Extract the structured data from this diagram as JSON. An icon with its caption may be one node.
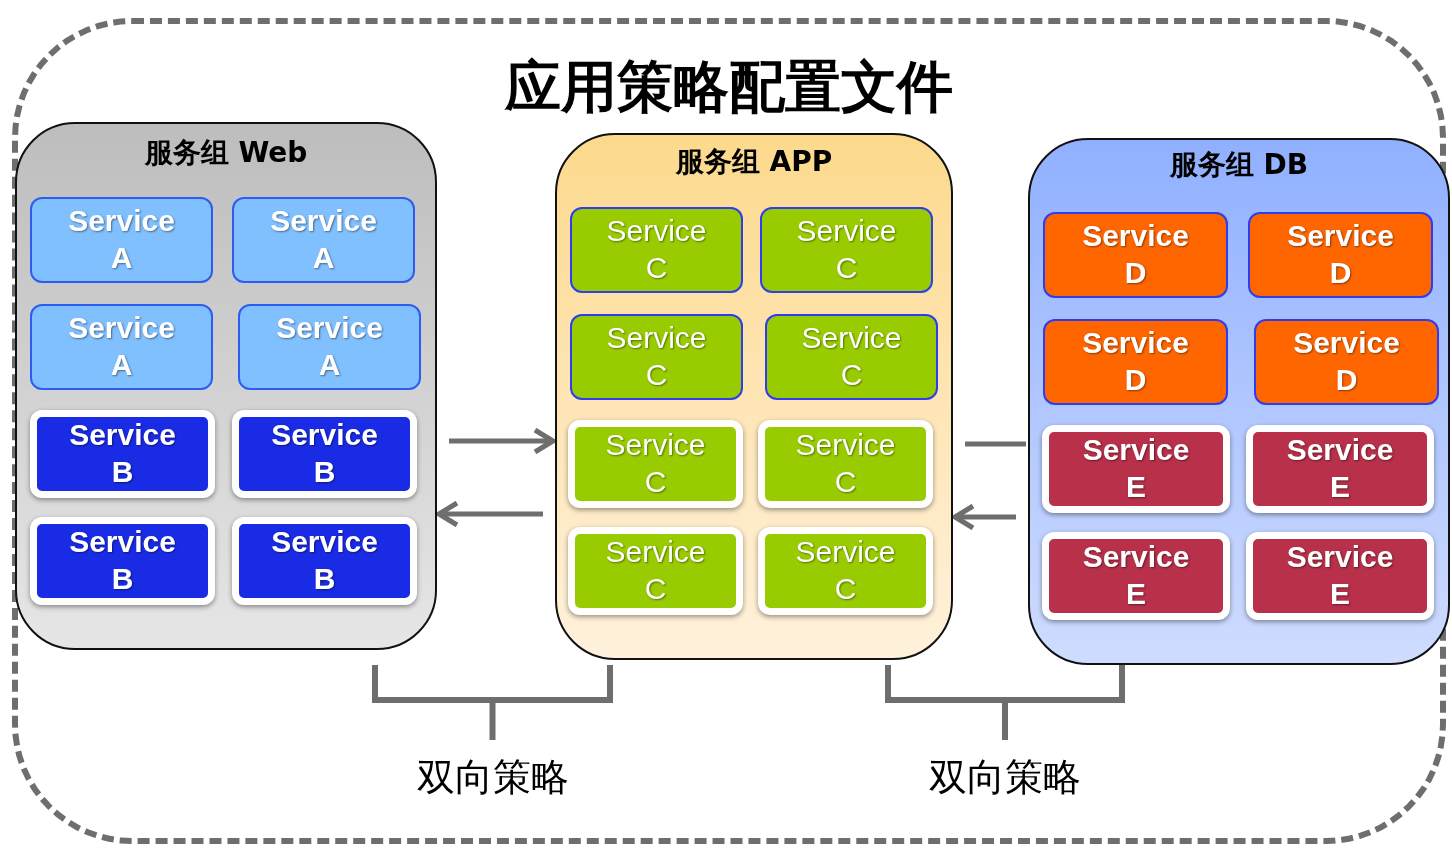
{
  "diagram": {
    "title": "应用策略配置文件",
    "nodes": [
      {
        "text": [],
        "shape": "box"
      },
      {
        "text": [
          "服务组 Web"
        ],
        "in": 0
      },
      {
        "text": [
          "Service A"
        ],
        "in": 1
      },
      {
        "text": [
          "Service A"
        ],
        "in": 1
      },
      {
        "text": [
          "Service A"
        ],
        "in": 1
      },
      {
        "text": [
          "Service A"
        ],
        "in": 1
      },
      {
        "text": [
          "Service B"
        ],
        "in": 1
      },
      {
        "text": [
          "Service B"
        ],
        "in": 1
      },
      {
        "text": [
          "Service B"
        ],
        "in": 1
      },
      {
        "text": [
          "Service B"
        ],
        "in": 1
      },
      {
        "text": [
          "服务组 APP"
        ],
        "in": 0
      },
      {
        "text": [
          "Service C"
        ],
        "in": 10
      },
      {
        "text": [
          "Service C"
        ],
        "in": 10
      },
      {
        "text": [
          "Service C"
        ],
        "in": 10
      },
      {
        "text": [
          "Service C"
        ],
        "in": 10
      },
      {
        "text": [
          "Service C"
        ],
        "in": 10
      },
      {
        "text": [
          "Service C"
        ],
        "in": 10
      },
      {
        "text": [
          "Service C"
        ],
        "in": 10
      },
      {
        "text": [
          "Service C"
        ],
        "in": 10
      },
      {
        "text": [
          "服务组 DB"
        ],
        "in": 0
      },
      {
        "text": [
          "Service D"
        ],
        "in": 19
      },
      {
        "text": [
          "Service D"
        ],
        "in": 19
      },
      {
        "text": [
          "Service D"
        ],
        "in": 19
      },
      {
        "text": [
          "Service D"
        ],
        "in": 19
      },
      {
        "text": [
          "Service E"
        ],
        "in": 19
      },
      {
        "text": [
          "Service E"
        ],
        "in": 19
      },
      {
        "text": [
          "Service E"
        ],
        "in": 19
      },
      {
        "text": [
          "Service E"
        ],
        "in": 19
      }
    ],
    "edges": [
      {
        "from": 1,
        "to": 10,
        "arrow": "to"
      },
      {
        "from": 10,
        "to": 1,
        "arrow": "to"
      },
      {
        "from": 10,
        "to": 19,
        "arrow": "none"
      },
      {
        "from": 19,
        "to": 10,
        "arrow": "to"
      }
    ],
    "labels": [
      "双向策略",
      "双向策略"
    ]
  }
}
